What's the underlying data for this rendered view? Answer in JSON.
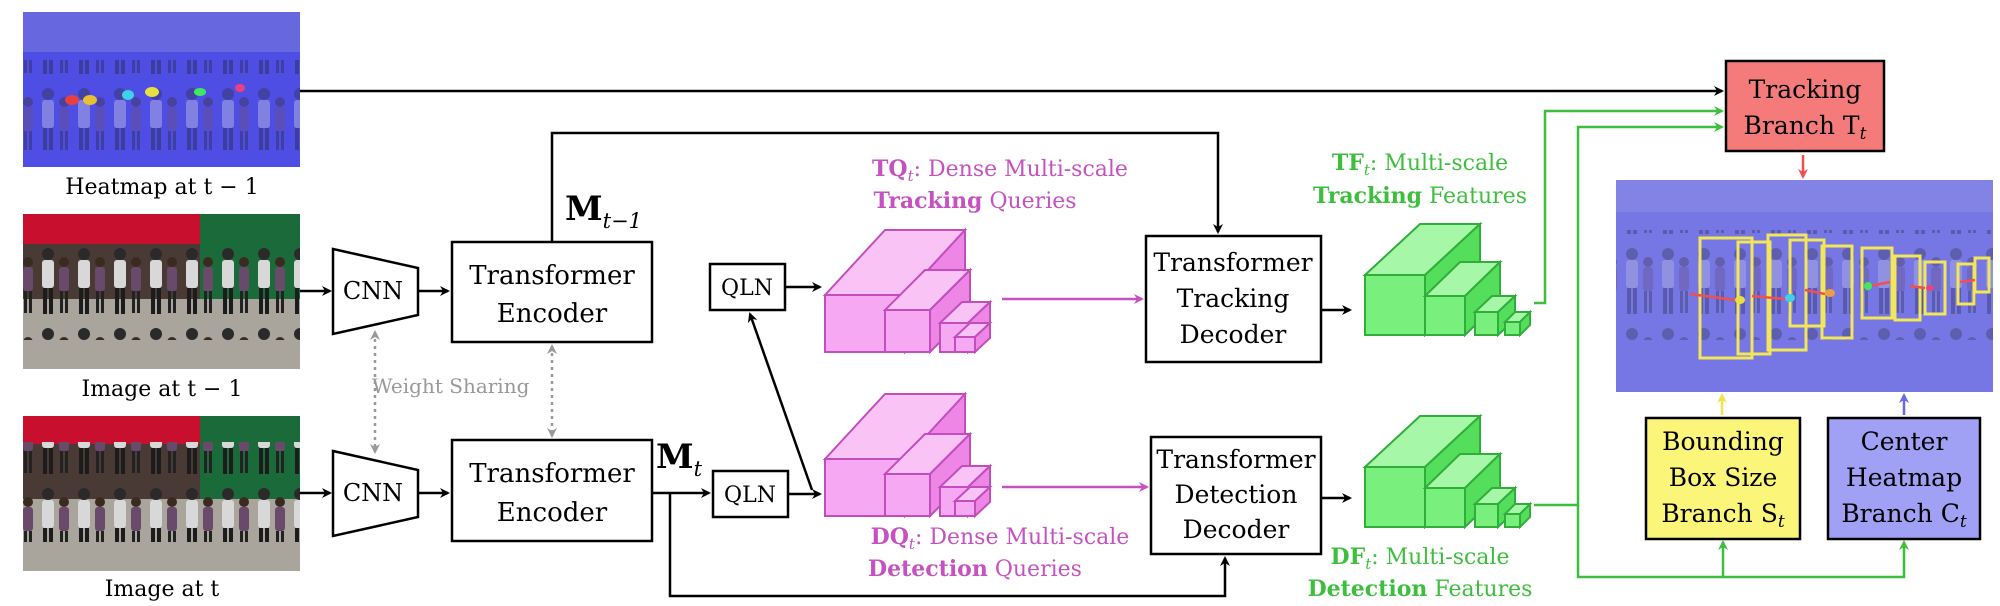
{
  "images": {
    "heatmap_prev": "Heatmap at t − 1",
    "image_prev": "Image at t − 1",
    "image_cur": "Image at t"
  },
  "blocks": {
    "cnn": "CNN",
    "encoder_line1": "Transformer",
    "encoder_line2": "Encoder",
    "qln": "QLN",
    "tracking_decoder": [
      "Transformer",
      "Tracking",
      "Decoder"
    ],
    "detection_decoder": [
      "Transformer",
      "Detection",
      "Decoder"
    ],
    "tracking_branch": [
      "Tracking",
      "Branch T"
    ],
    "tracking_branch_sub": "t",
    "bbox_branch": [
      "Bounding",
      "Box Size",
      "Branch S"
    ],
    "bbox_branch_sub": "t",
    "center_branch": [
      "Center",
      "Heatmap",
      "Branch C"
    ],
    "center_branch_sub": "t"
  },
  "labels": {
    "weight_sharing": "Weight Sharing",
    "m_prev": "M",
    "m_prev_sub": "t−1",
    "m_cur": "M",
    "m_cur_sub": "t",
    "tq_sym": "TQ",
    "tq_sub": "t",
    "tq_rest": ": Dense Multi-scale",
    "tq_bold": "Tracking",
    "tq_end": " Queries",
    "dq_sym": "DQ",
    "dq_sub": "t",
    "dq_rest": ": Dense Multi-scale",
    "dq_bold": "Detection",
    "dq_end": " Queries",
    "tf_sym": "TF",
    "tf_sub": "t",
    "tf_rest": ": Multi-scale",
    "tf_bold": "Tracking",
    "tf_end": " Features",
    "df_sym": "DF",
    "df_sub": "t",
    "df_rest": ": Multi-scale",
    "df_bold": "Detection",
    "df_end": " Features"
  },
  "colors": {
    "pink_text": "#c552c0",
    "green_text": "#3dbf3d",
    "tracking_branch_fill": "#f57b7b",
    "bbox_branch_fill": "#fbf57a",
    "center_branch_fill": "#a0a0f5",
    "weight_sharing_gray": "#999999"
  }
}
